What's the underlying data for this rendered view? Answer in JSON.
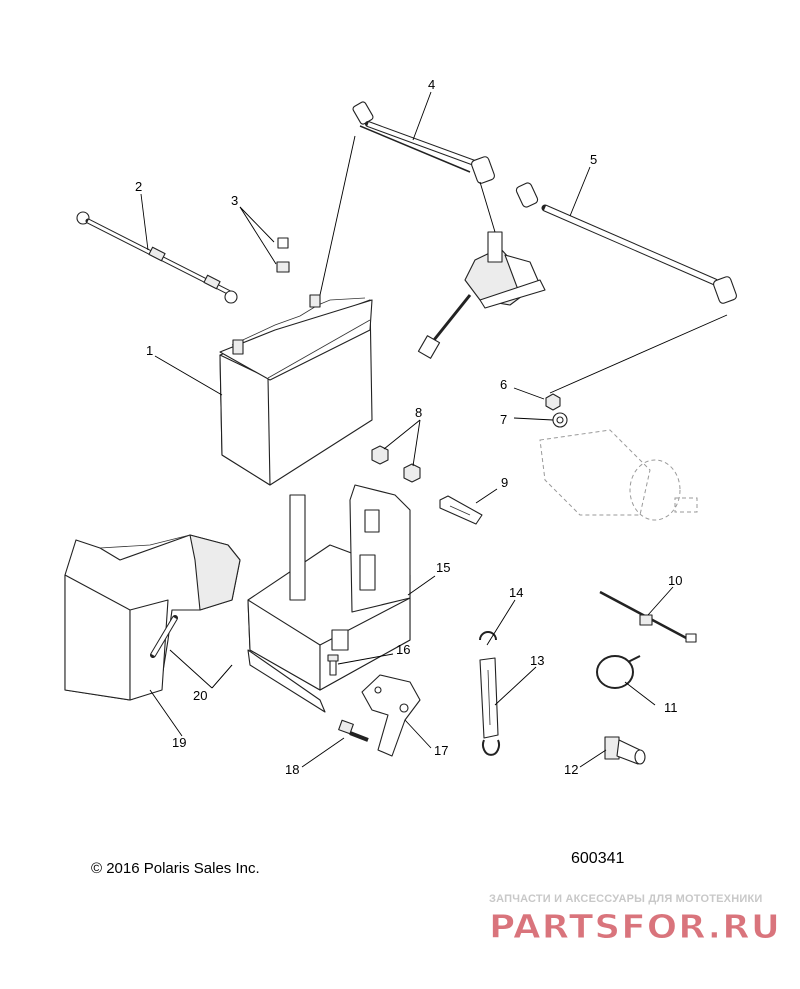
{
  "callouts": [
    "1",
    "2",
    "3",
    "4",
    "5",
    "6",
    "7",
    "8",
    "9",
    "10",
    "11",
    "12",
    "13",
    "14",
    "15",
    "16",
    "17",
    "18",
    "19",
    "20"
  ],
  "footer": {
    "copyright": "© 2016 Polaris Sales Inc.",
    "diagram_id": "600341"
  },
  "watermark": {
    "tagline": "ЗАПЧАСТИ И АКСЕССУАРЫ ДЛЯ МОТОТЕХНИКИ",
    "logo_text": "PARTSFOR.RU",
    "color": "#d9747c"
  }
}
